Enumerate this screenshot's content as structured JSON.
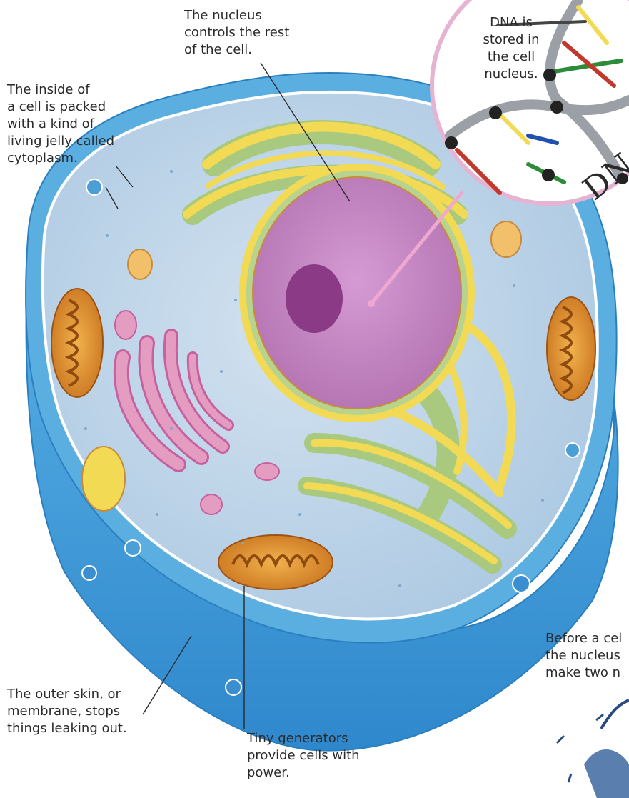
{
  "labels": {
    "nucleus": "The nucleus\ncontrols the rest\nof the cell.",
    "dna": "DNA is\nstored in\nthe cell\nnucleus.",
    "dna_arc": "DNA",
    "cytoplasm": "The inside of\na cell is packed\nwith a kind of\nliving jelly called\ncytoplasm.",
    "membrane": "The outer skin, or\nmembrane, stops\nthings leaking out.",
    "generators": "Tiny generators\nprovide cells with\npower.",
    "division": "Before a cel\nthe nucleus\nmake two n"
  },
  "colors": {
    "membrane": "#4aa3dc",
    "cytoplasm": "#bcd3e6",
    "nucleus": "#c685c4",
    "nucleolus": "#8b3a86",
    "er_yellow": "#f2da55",
    "er_green": "#a9c97e",
    "mitochondria": "#e0902f",
    "golgi": "#e49cc0",
    "dna_ring": "#e6b3d2",
    "dna_rod": "#9aa0a6"
  }
}
